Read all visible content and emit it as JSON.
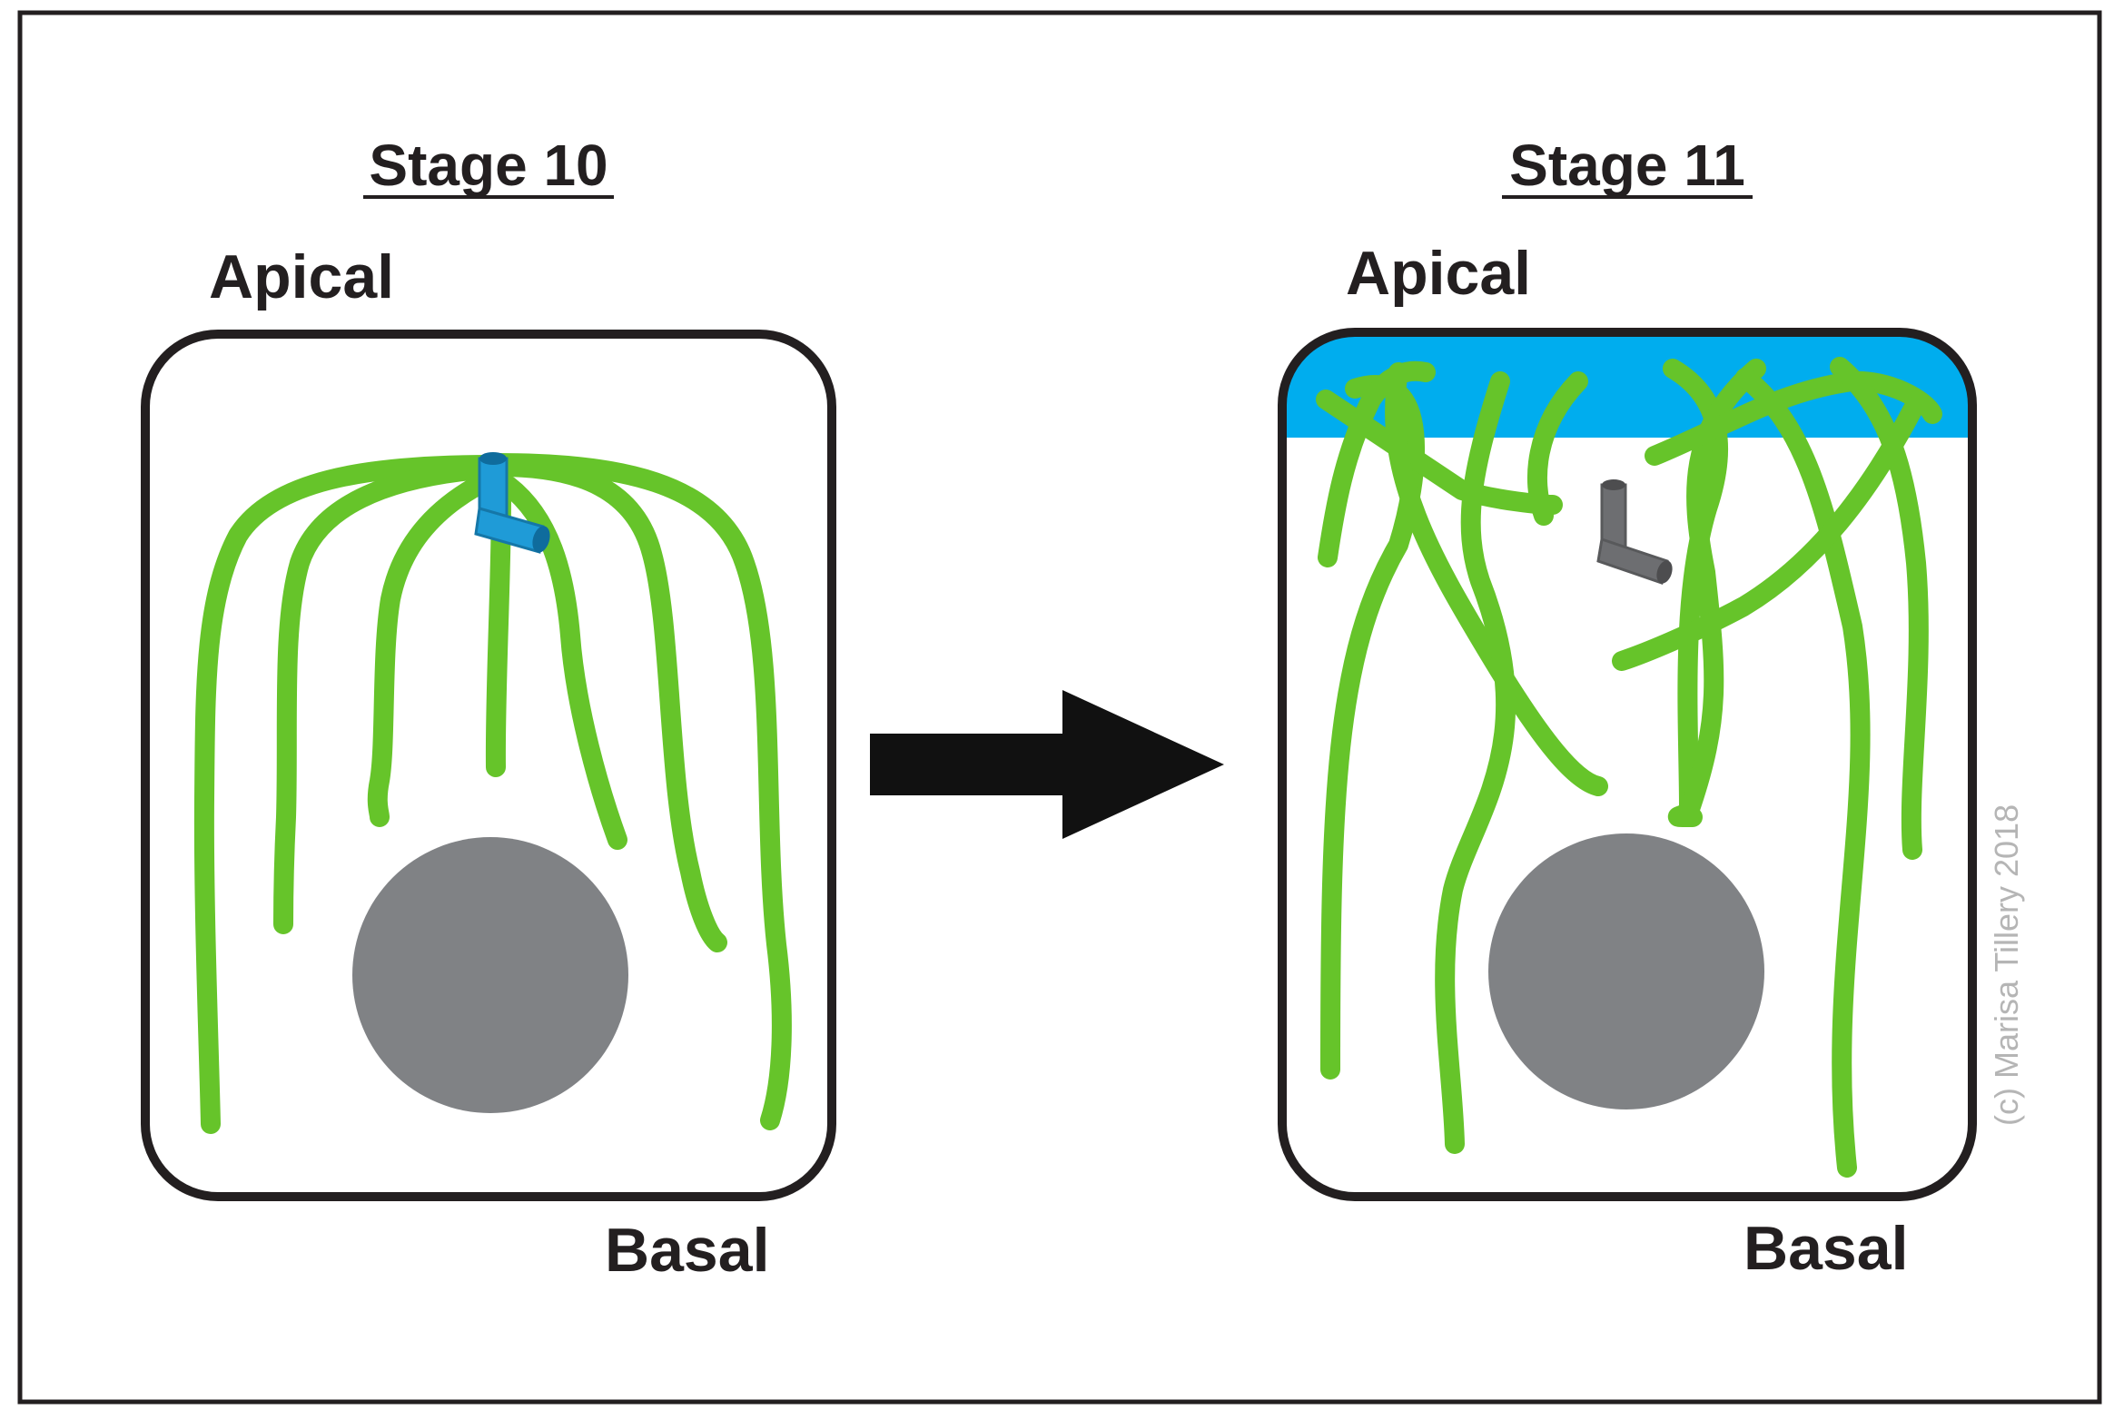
{
  "colors": {
    "frame": "#231f20",
    "microtubule": "#66c42a",
    "mtoc_active": "#1f9bd7",
    "mtoc_inactive": "#6d6e71",
    "nucleus": "#808285",
    "apical_band": "#00adee",
    "arrow": "#111111"
  },
  "panels": [
    {
      "title": "Stage 10",
      "top_label": "Apical",
      "bottom_label": "Basal",
      "mtoc_icon": "blue-l-shaped-centrosome",
      "nucleus_icon": "grey-circle"
    },
    {
      "title": "Stage 11",
      "top_label": "Apical",
      "bottom_label": "Basal",
      "mtoc_icon": "grey-l-shaped-centrosome",
      "nucleus_icon": "grey-circle"
    }
  ],
  "transition_icon": "right-arrow-icon",
  "copyright": "(c) Marisa Tillery 2018"
}
